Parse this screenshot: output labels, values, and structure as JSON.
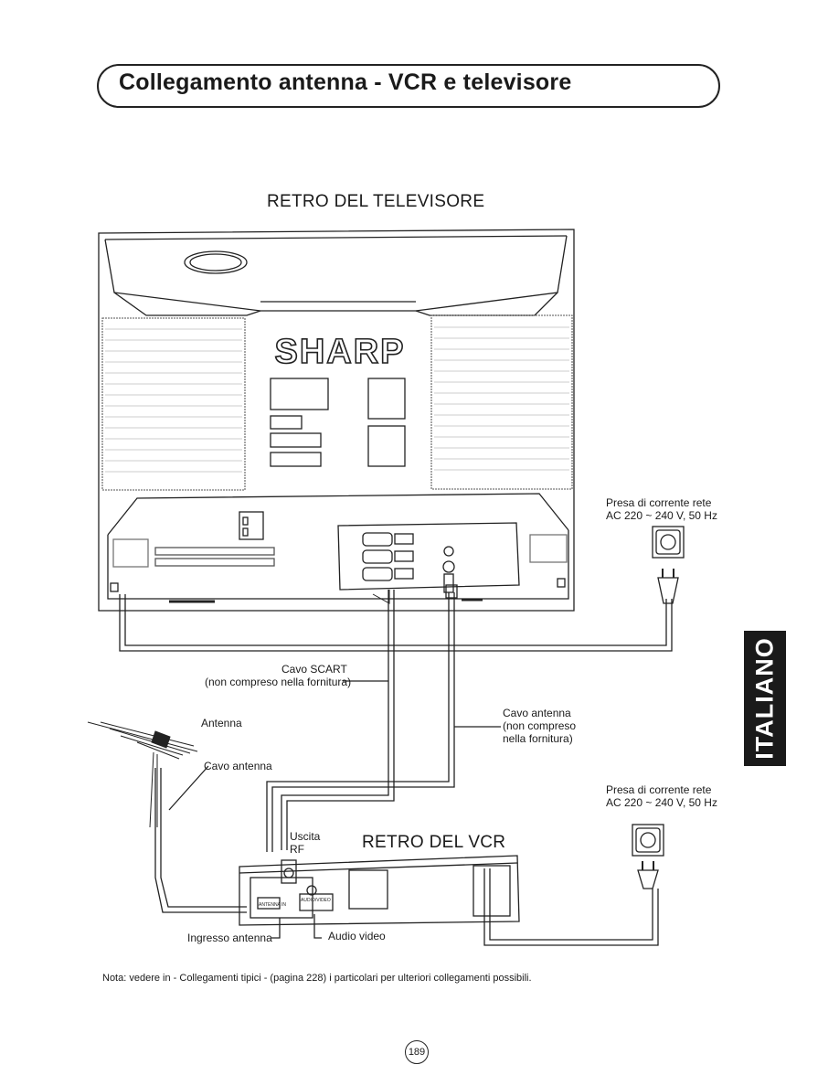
{
  "header": {
    "title": "Collegamento antenna - VCR e televisore"
  },
  "tv": {
    "heading": "RETRO DEL TELEVISORE",
    "brand": "SHARP"
  },
  "vcr": {
    "heading": "RETRO DEL VCR"
  },
  "labels": {
    "power_tv_1": "Presa di corrente rete",
    "power_tv_2": "AC 220 ~ 240 V, 50 Hz",
    "power_vcr_1": "Presa di corrente rete",
    "power_vcr_2": "AC 220 ~ 240 V, 50 Hz",
    "scart_1": "Cavo SCART",
    "scart_2": "(non compreso nella fornitura)",
    "antenna": "Antenna",
    "cable_antenna": "Cavo antenna",
    "cable_antenna2_1": "Cavo antenna",
    "cable_antenna2_2": "(non compreso",
    "cable_antenna2_3": "nella fornitura)",
    "rf_out_1": "Uscita",
    "rf_out_2": "RF",
    "antenna_in": "Ingresso antenna",
    "audio_video": "Audio video",
    "vcr_antenna_port": "ANTENNA IN",
    "vcr_av_port": "AUDIO/VIDEO"
  },
  "side_tab": {
    "text": "ITALIANO"
  },
  "note": "Nota: vedere in - Collegamenti tipici - (pagina 228) i particolari per ulteriori collegamenti possibili.",
  "page_number": "189"
}
